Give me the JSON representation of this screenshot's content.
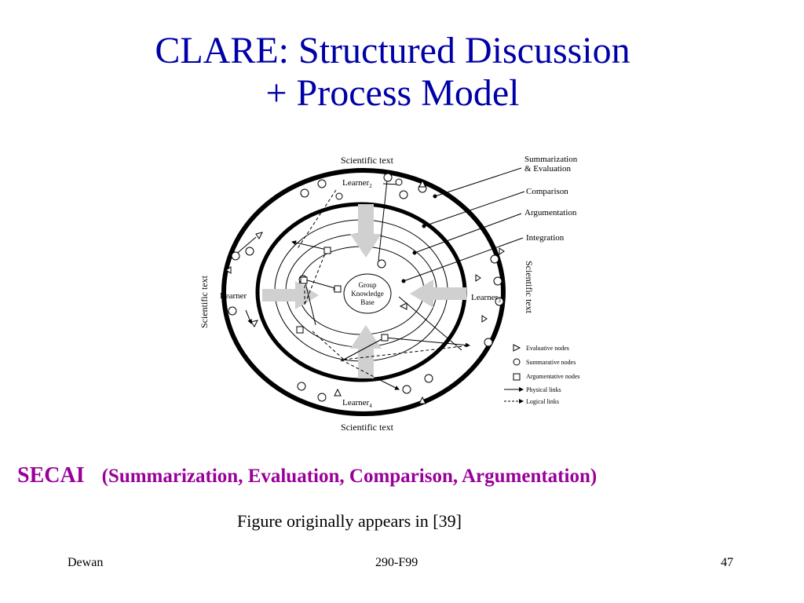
{
  "slide": {
    "title_line1": "CLARE: Structured Discussion",
    "title_line2": "+ Process Model",
    "acronym": "SECAI",
    "expansion": "(Summarization, Evaluation, Comparison, Argumentation)",
    "caption": "Figure originally appears in [39]"
  },
  "figure": {
    "text_labels": [
      "Scientific text",
      "Scientific text",
      "Scientific text",
      "Scientific text"
    ],
    "center_lines": [
      "Group",
      "Knowledge",
      "Base"
    ],
    "learners": [
      "Learner",
      "Learner",
      "Learner",
      "Learner"
    ],
    "learner_subscripts": [
      "2",
      "",
      "3",
      "4"
    ],
    "callouts": [
      "Summarization",
      "& Evaluation",
      "Comparison",
      "Argumentation",
      "Integration"
    ],
    "legend": [
      {
        "label": "Evaluative nodes",
        "icon": "triangle-icon"
      },
      {
        "label": "Summarative nodes",
        "icon": "circle-icon"
      },
      {
        "label": "Argumentative nodes",
        "icon": "square-icon"
      },
      {
        "label": "Physical links",
        "icon": "solid-arrow-icon"
      },
      {
        "label": "Logical links",
        "icon": "dashed-arrow-icon"
      }
    ]
  },
  "footer": {
    "left": "Dewan",
    "center": "290-F99",
    "right": "47"
  }
}
